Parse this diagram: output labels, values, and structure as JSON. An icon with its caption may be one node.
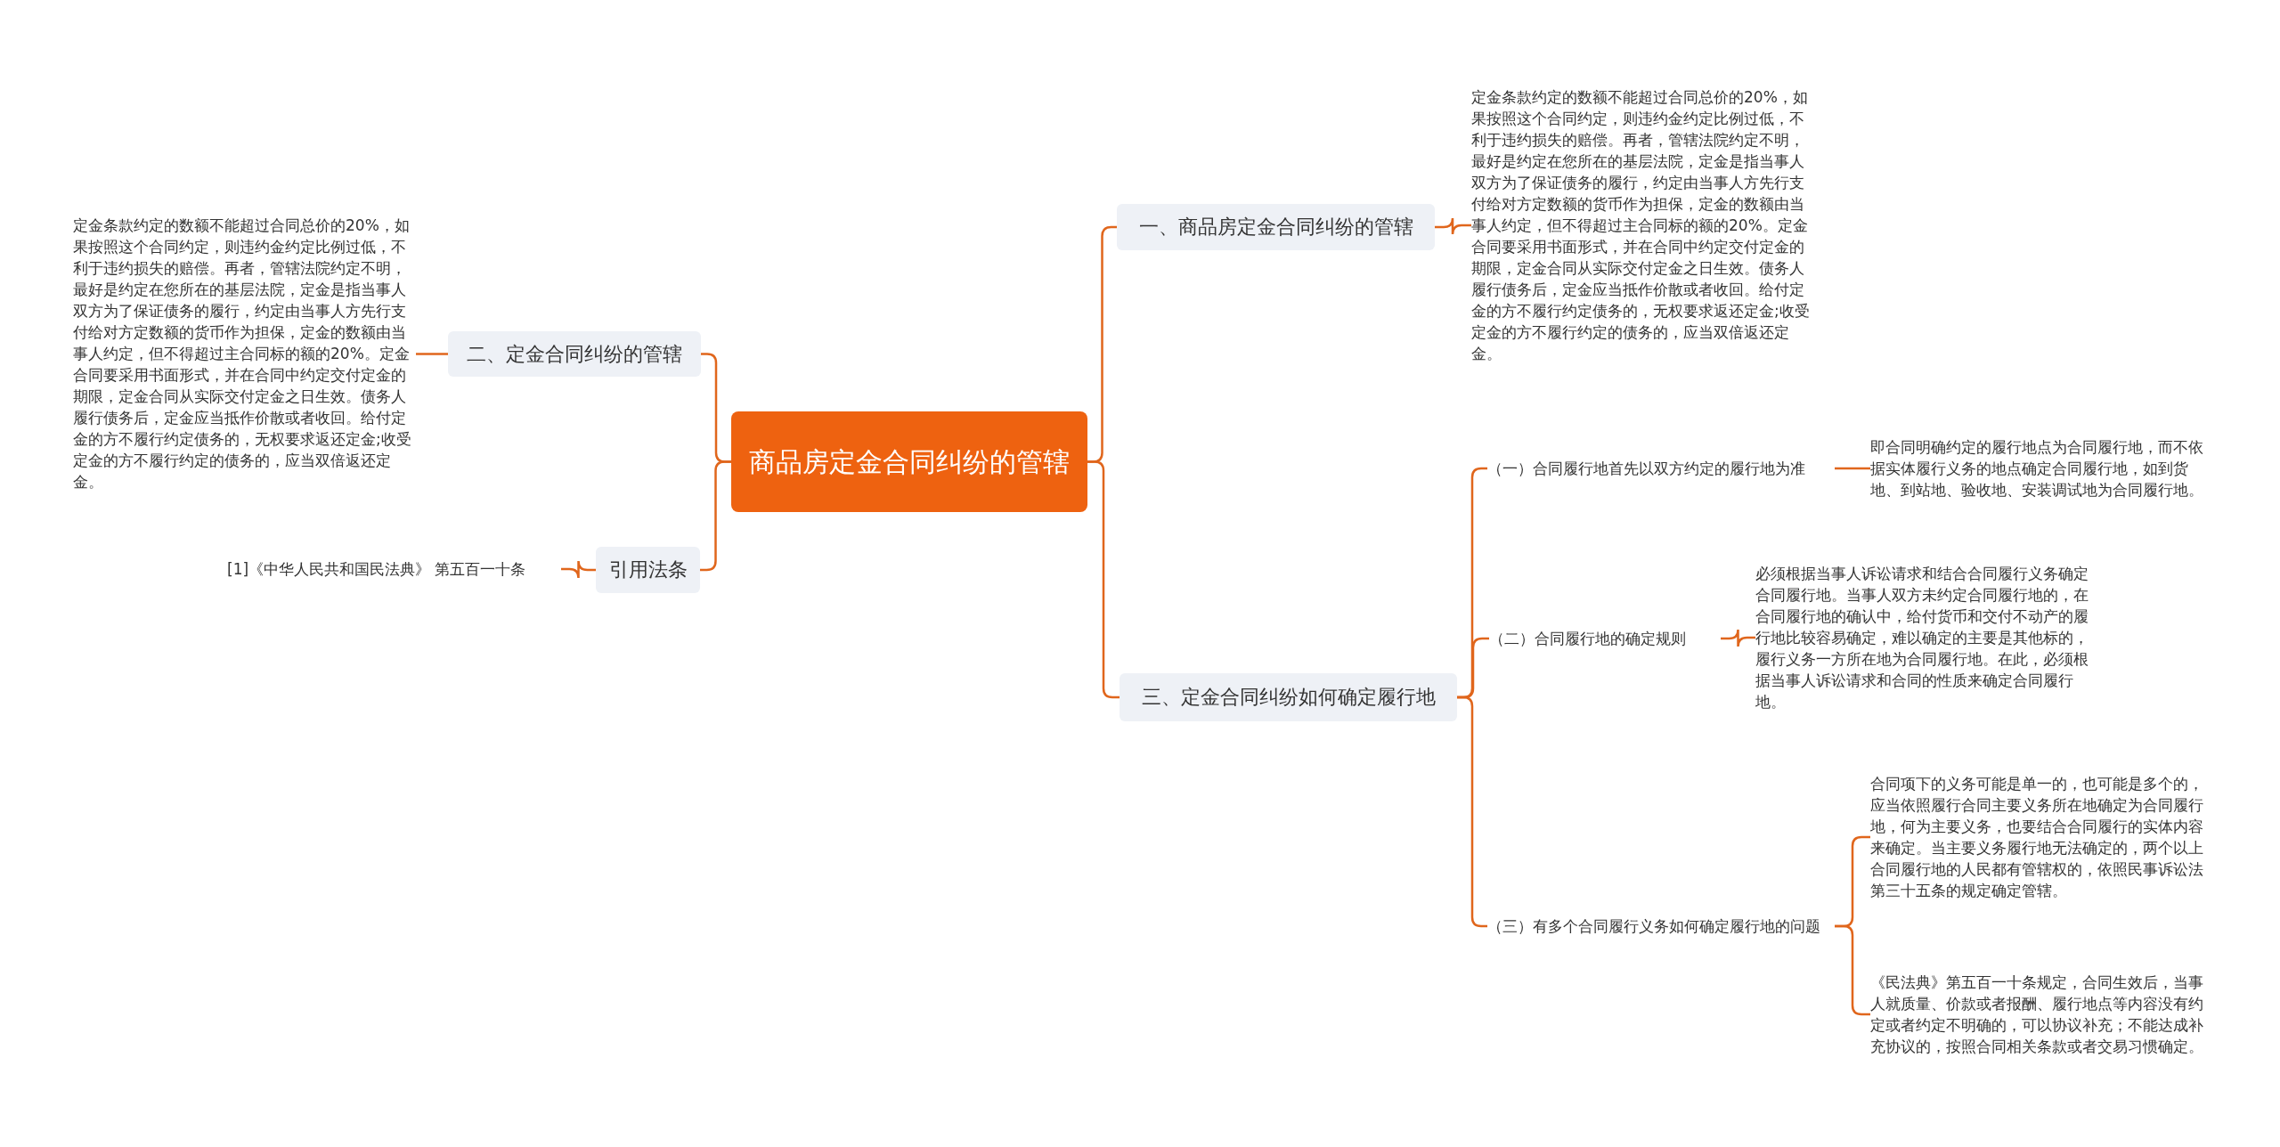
{
  "diagram": {
    "nodes": [
      {
        "text": [
          "商品房定金合同纠纷的管辖"
        ]
      },
      {
        "text": [
          "一、商品房定金合同纠纷的管辖"
        ]
      },
      {
        "text": [
          "定金条款约定的数额不能超过合同总价的20%，如果按照这个合同约定，则违约金约定比例过低，不利于违约损失的赔偿。再者，管辖法院约定不明，最好是约定在您所在的基层法院，定金是指当事人双方为了保证债务的履行，约定由当事人方先行支付给对方定数额的货币作为担保，定金的数额由当事人约定，但不得超过主合同标的额的20%。定金合同要采用书面形式，并在合同中约定交付定金的期限，定金合同从实际交付定金之日生效。债务人履行债务后，定金应当抵作价散或者收回。给付定金的方不履行约定债务的，无权要求返还定金;收受定金的方不履行约定的债务的，应当双倍返还定金。"
        ]
      },
      {
        "text": [
          "二、定金合同纠纷的管辖"
        ]
      },
      {
        "text": [
          "定金条款约定的数额不能超过合同总价的20%，如果按照这个合同约定，则违约金约定比例过低，不利于违约损失的赔偿。再者，管辖法院约定不明，最好是约定在您所在的基层法院，定金是指当事人双方为了保证债务的履行，约定由当事人方先行支付给对方定数额的货币作为担保，定金的数额由当事人约定，但不得超过主合同标的额的20%。定金合同要采用书面形式，并在合同中约定交付定金的期限，定金合同从实际交付定金之日生效。债务人履行债务后，定金应当抵作价散或者收回。给付定金的方不履行约定债务的，无权要求返还定金;收受定金的方不履行约定的债务的，应当双倍返还定金。"
        ]
      },
      {
        "text": [
          "引用法条"
        ]
      },
      {
        "text": [
          "[1]《中华人民共和国民法典》 第五百一十条"
        ]
      },
      {
        "text": [
          "三、定金合同纠纷如何确定履行地"
        ]
      },
      {
        "text": [
          "（一）合同履行地首先以双方约定的履行地为准"
        ]
      },
      {
        "text": [
          "即合同明确约定的履行地点为合同履行地，而不依据实体履行义务的地点确定合同履行地，如到货地、到站地、验收地、安装调试地为合同履行地。"
        ]
      },
      {
        "text": [
          "（二）合同履行地的确定规则"
        ]
      },
      {
        "text": [
          "必须根据当事人诉讼请求和结合合同履行义务确定合同履行地。当事人双方未约定合同履行地的，在合同履行地的确认中，给付货币和交付不动产的履行地比较容易确定，难以确定的主要是其他标的，履行义务一方所在地为合同履行地。在此，必须根据当事人诉讼请求和合同的性质来确定合同履行地。"
        ]
      },
      {
        "text": [
          "（三）有多个合同履行义务如何确定履行地的问题"
        ]
      },
      {
        "text": [
          "合同项下的义务可能是单一的，也可能是多个的，应当依照履行合同主要义务所在地确定为合同履行地，何为主要义务，也要结合合同履行的实体内容来确定。当主要义务履行地无法确定的，两个以上合同履行地的人民都有管辖权的，依照民事诉讼法第三十五条的规定确定管辖。"
        ]
      },
      {
        "text": [
          "《民法典》第五百一十条规定，合同生效后，当事人就质量、价款或者报酬、履行地点等内容没有约定或者约定不明确的，可以协议补充；不能达成补充协议的，按照合同相关条款或者交易习惯确定。"
        ]
      }
    ],
    "edges": [
      {
        "from": 0,
        "to": 1,
        "arrow": "none"
      },
      {
        "from": 1,
        "to": 2,
        "arrow": "none"
      },
      {
        "from": 0,
        "to": 3,
        "arrow": "none"
      },
      {
        "from": 3,
        "to": 4,
        "arrow": "none"
      },
      {
        "from": 0,
        "to": 5,
        "arrow": "none"
      },
      {
        "from": 5,
        "to": 6,
        "arrow": "none"
      },
      {
        "from": 0,
        "to": 7,
        "arrow": "none"
      },
      {
        "from": 7,
        "to": 8,
        "arrow": "none"
      },
      {
        "from": 8,
        "to": 9,
        "arrow": "none"
      },
      {
        "from": 7,
        "to": 10,
        "arrow": "none"
      },
      {
        "from": 10,
        "to": 11,
        "arrow": "none"
      },
      {
        "from": 7,
        "to": 12,
        "arrow": "none"
      },
      {
        "from": 12,
        "to": 13,
        "arrow": "none"
      },
      {
        "from": 12,
        "to": 14,
        "arrow": "none"
      }
    ]
  }
}
